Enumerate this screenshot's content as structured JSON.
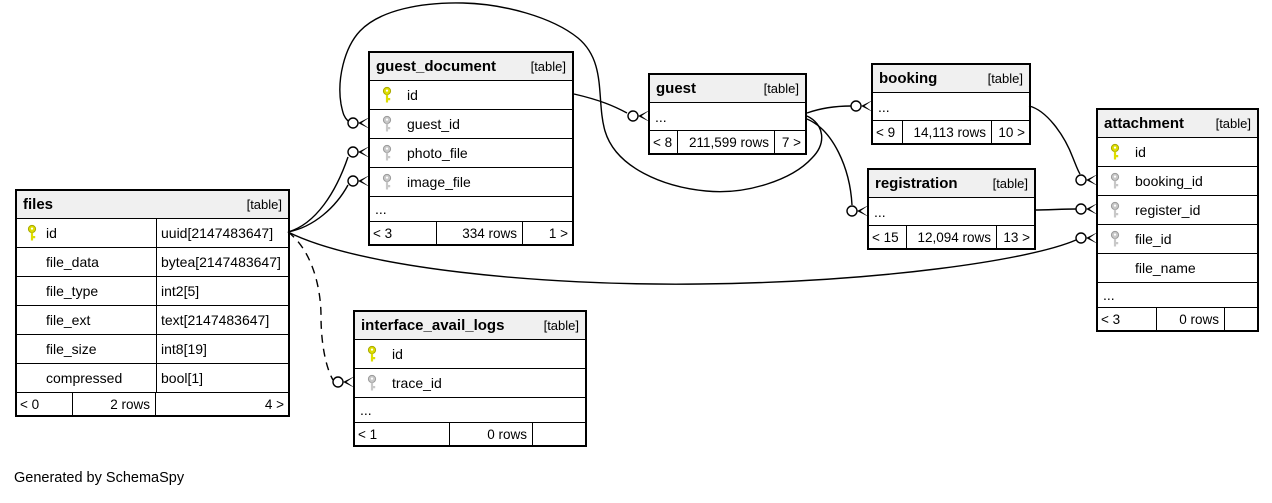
{
  "diagram": {
    "generator_note": "Generated by SchemaSpy",
    "ellipsis_label": "...",
    "colors": {
      "table_border": "#000000",
      "header_bg": "#f0f0f0",
      "row_bg": "#ffffff",
      "edge": "#000000",
      "text": "#000000",
      "primary_key": "#dede00",
      "primary_key_outline": "#a8a800",
      "foreign_key": "#c8c8c8",
      "foreign_key_outline": "#9a9a9a"
    },
    "tables": [
      {
        "name": "files",
        "tag": "[table]",
        "columns": [
          {
            "name": "id",
            "type": "uuid[2147483647]",
            "key": "primary"
          },
          {
            "name": "file_data",
            "type": "bytea[2147483647]",
            "key": "none"
          },
          {
            "name": "file_type",
            "type": "int2[5]",
            "key": "none"
          },
          {
            "name": "file_ext",
            "type": "text[2147483647]",
            "key": "none"
          },
          {
            "name": "file_size",
            "type": "int8[19]",
            "key": "none"
          },
          {
            "name": "compressed",
            "type": "bool[1]",
            "key": "none"
          }
        ],
        "footer": {
          "left": "< 0",
          "center": "2 rows",
          "right": "4 >"
        }
      },
      {
        "name": "guest_document",
        "tag": "[table]",
        "columns": [
          {
            "name": "id",
            "key": "primary"
          },
          {
            "name": "guest_id",
            "key": "foreign"
          },
          {
            "name": "photo_file",
            "key": "foreign"
          },
          {
            "name": "image_file",
            "key": "foreign"
          }
        ],
        "footer": {
          "left": "< 3",
          "center": "334 rows",
          "right": "1 >"
        }
      },
      {
        "name": "guest",
        "tag": "[table]",
        "columns": [],
        "footer": {
          "left": "< 8",
          "center": "211,599 rows",
          "right": "7 >"
        }
      },
      {
        "name": "booking",
        "tag": "[table]",
        "columns": [],
        "footer": {
          "left": "< 9",
          "center": "14,113 rows",
          "right": "10 >"
        }
      },
      {
        "name": "registration",
        "tag": "[table]",
        "columns": [],
        "footer": {
          "left": "< 15",
          "center": "12,094 rows",
          "right": "13 >"
        }
      },
      {
        "name": "attachment",
        "tag": "[table]",
        "columns": [
          {
            "name": "id",
            "key": "primary"
          },
          {
            "name": "booking_id",
            "key": "foreign"
          },
          {
            "name": "register_id",
            "key": "foreign"
          },
          {
            "name": "file_id",
            "key": "foreign"
          },
          {
            "name": "file_name",
            "key": "none"
          }
        ],
        "footer": {
          "left": "< 3",
          "center": "0 rows",
          "right": ""
        }
      },
      {
        "name": "interface_avail_logs",
        "tag": "[table]",
        "columns": [
          {
            "name": "id",
            "key": "primary"
          },
          {
            "name": "trace_id",
            "key": "foreign"
          }
        ],
        "footer": {
          "left": "< 1",
          "center": "0 rows",
          "right": ""
        }
      }
    ],
    "relationships": [
      {
        "from": "files.id",
        "to": "guest_document.photo_file",
        "style": "solid"
      },
      {
        "from": "files.id",
        "to": "guest_document.image_file",
        "style": "solid"
      },
      {
        "from": "files.id",
        "to": "attachment.file_id",
        "style": "solid"
      },
      {
        "from": "files.id",
        "to": "interface_avail_logs.trace_id",
        "style": "dashed"
      },
      {
        "from": "guest_document.id",
        "to": "guest",
        "style": "solid"
      },
      {
        "from": "guest",
        "to": "guest_document.guest_id",
        "style": "solid"
      },
      {
        "from": "guest",
        "to": "booking",
        "style": "solid"
      },
      {
        "from": "guest",
        "to": "registration",
        "style": "solid"
      },
      {
        "from": "booking",
        "to": "attachment.booking_id",
        "style": "solid"
      },
      {
        "from": "registration",
        "to": "attachment.register_id",
        "style": "solid"
      }
    ]
  }
}
